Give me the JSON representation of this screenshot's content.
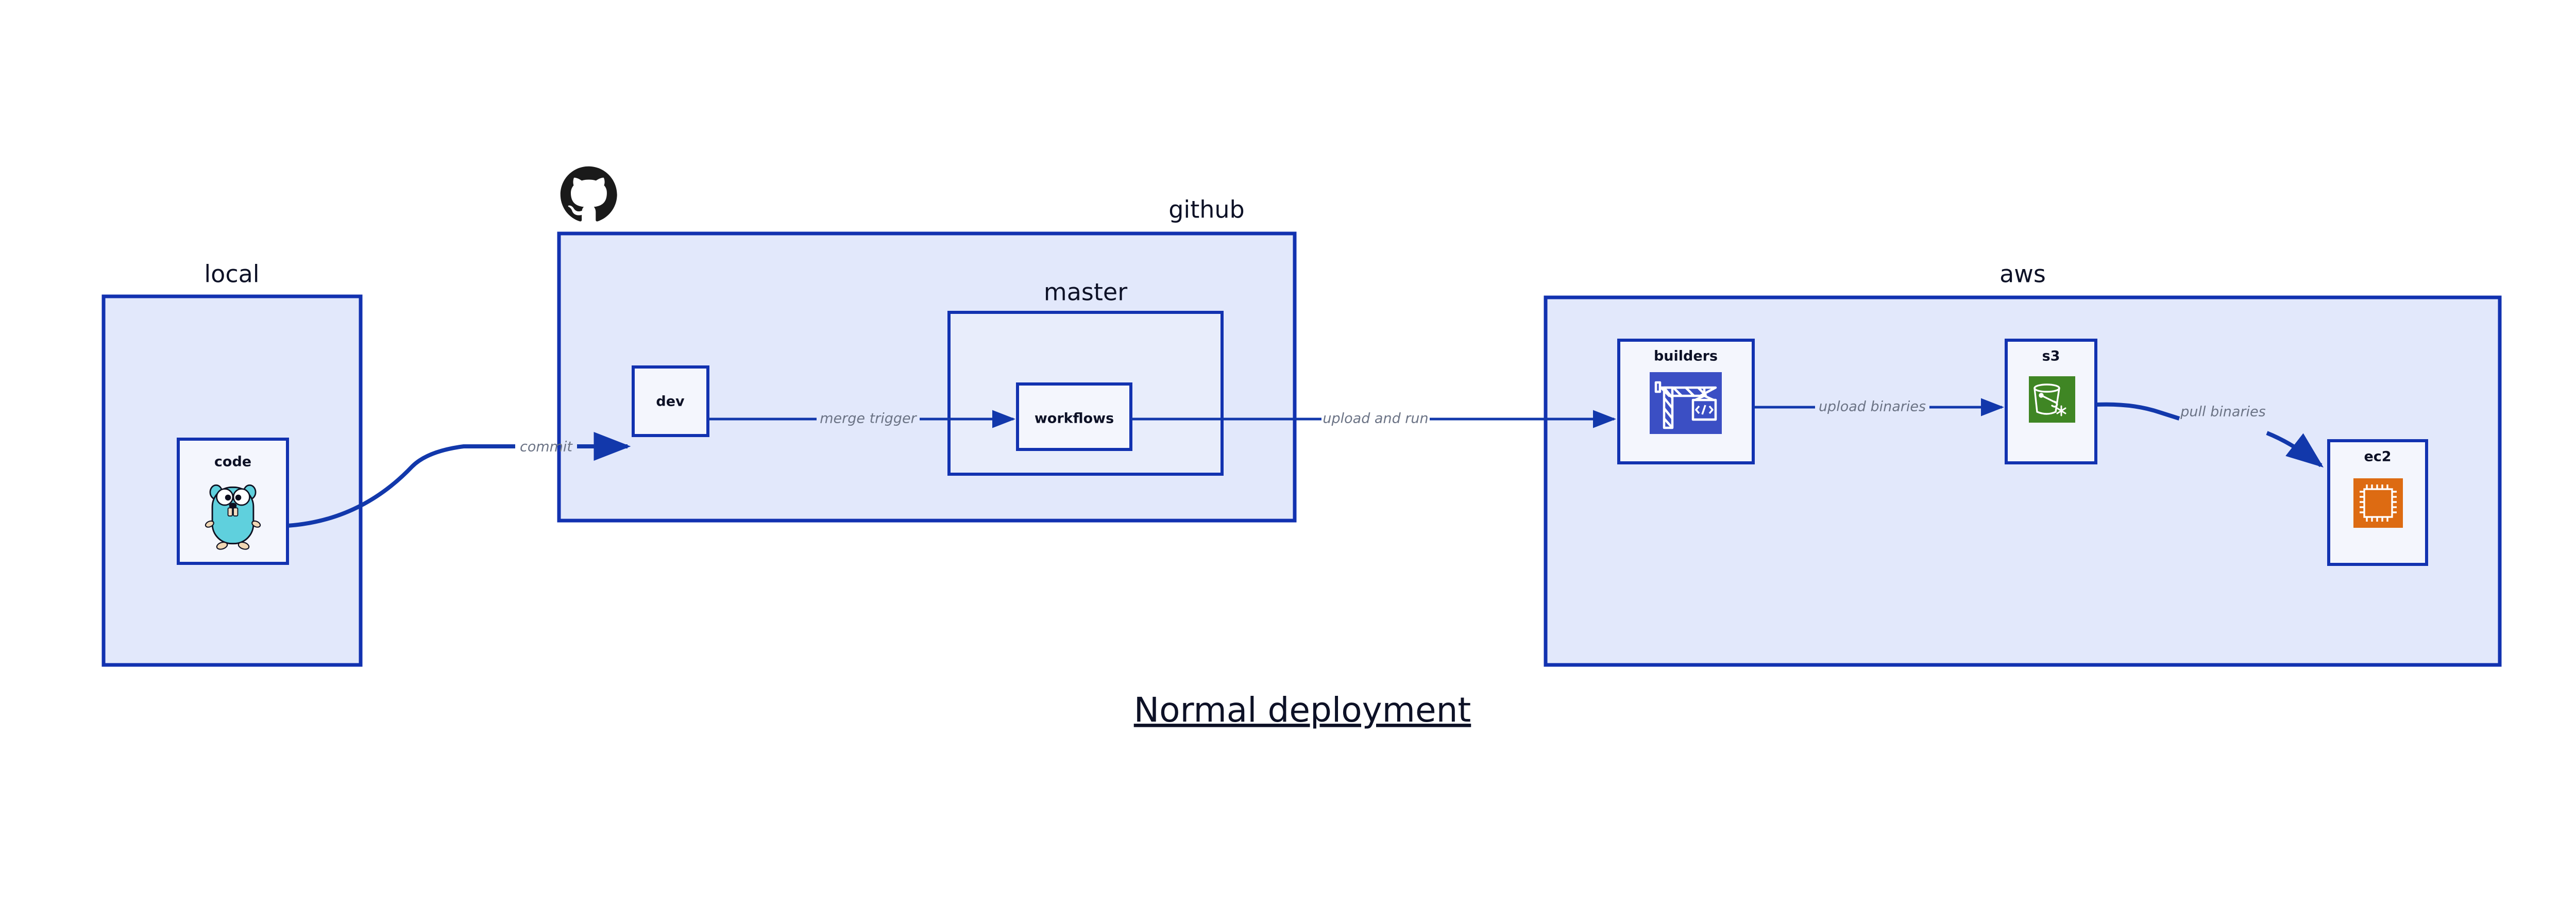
{
  "title": "Normal deployment",
  "colors": {
    "group_fill": "#e2e8fb",
    "group_stroke": "#1232b0",
    "node_fill": "#eaeefb",
    "edge": "#1238ab",
    "edge_label": "#6b7385",
    "text": "#0d1126",
    "builders_icon_bg": "#3b4fc4",
    "s3_icon_bg": "#3f8624",
    "ec2_icon_bg": "#dd6b12",
    "gopher_body": "#5fd0dd"
  },
  "groups": [
    {
      "id": "local",
      "label": "local"
    },
    {
      "id": "github",
      "label": "github"
    },
    {
      "id": "aws",
      "label": "aws"
    }
  ],
  "subgroups": [
    {
      "id": "master",
      "label": "master",
      "parent": "github"
    }
  ],
  "nodes": [
    {
      "id": "code",
      "label": "code",
      "group": "local",
      "icon": "go-gopher-icon"
    },
    {
      "id": "dev",
      "label": "dev",
      "group": "github",
      "icon": null
    },
    {
      "id": "workflows",
      "label": "workflows",
      "group": "master",
      "icon": null
    },
    {
      "id": "builders",
      "label": "builders",
      "group": "aws",
      "icon": "aws-builders-crane-icon"
    },
    {
      "id": "s3",
      "label": "s3",
      "group": "aws",
      "icon": "aws-s3-bucket-icon"
    },
    {
      "id": "ec2",
      "label": "ec2",
      "group": "aws",
      "icon": "aws-ec2-chip-icon"
    }
  ],
  "edges": [
    {
      "id": "commit",
      "from": "code",
      "to": "dev",
      "label": "commit"
    },
    {
      "id": "merge-trigger",
      "from": "dev",
      "to": "workflows",
      "label": "merge trigger"
    },
    {
      "id": "upload-and-run",
      "from": "workflows",
      "to": "builders",
      "label": "upload and run"
    },
    {
      "id": "upload-binaries",
      "from": "builders",
      "to": "s3",
      "label": "upload binaries"
    },
    {
      "id": "pull-binaries",
      "from": "s3",
      "to": "ec2",
      "label": "pull binaries"
    }
  ],
  "logos": [
    {
      "id": "github-logo",
      "name": "github-mark-icon",
      "group": "github"
    }
  ]
}
